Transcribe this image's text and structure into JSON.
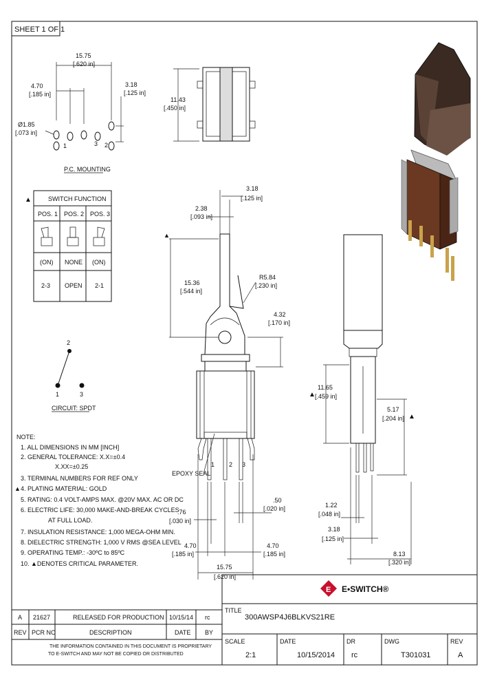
{
  "sheet_label": "SHEET 1 OF 1",
  "pc_mounting": {
    "title": "P.C. MOUNTING",
    "dims": {
      "width_mm": "15.75",
      "width_in": "[.620 in]",
      "pitch_mm": "4.70",
      "pitch_in": "[.185 in]",
      "row_mm": "3.18",
      "row_in": "[.125 in]",
      "hole_mm": "Ø1.85",
      "hole_in": "[.073 in]",
      "pin1": "1",
      "pin2": "2",
      "pin3": "3"
    }
  },
  "top_view": {
    "height_mm": "11.43",
    "height_in": "[.450 in]"
  },
  "switch_function": {
    "title": "SWITCH FUNCTION",
    "critical_mark": "▲",
    "headers": [
      "POS. 1",
      "POS. 2",
      "POS. 3"
    ],
    "states": [
      "(ON)",
      "NONE",
      "(ON)"
    ],
    "connections": [
      "2-3",
      "OPEN",
      "2-1"
    ]
  },
  "circuit": {
    "title": "CIRCUIT: SPDT",
    "n1": "1",
    "n2": "2",
    "n3": "3"
  },
  "front_view": {
    "d_318": "3.18",
    "d_318_in": "[.125 in]",
    "d_238": "2.38",
    "d_238_in": "[.093 in]",
    "d_r584": "R5.84",
    "d_r584_in": "[.230 in]",
    "d_1536": "15.36",
    "d_1536_in": "[.544 in]",
    "d_432": "4.32",
    "d_432_in": "[.170 in]",
    "epoxy": "EPOXY SEAL",
    "d_050": ".50",
    "d_050_in": "[.020 in]",
    "d_076": ".76",
    "d_076_in": "[.030 in]",
    "d_470a": "4.70",
    "d_470a_in": "[.185 in]",
    "d_470b": "4.70",
    "d_470b_in": "[.185 in]",
    "d_1575": "15.75",
    "d_1575_in": "[.620 in]",
    "t1": "1",
    "t2": "2",
    "t3": "3"
  },
  "side_view": {
    "d_1165": "11.65",
    "d_1165_in": "[.459 in]",
    "d_517": "5.17",
    "d_517_in": "[.204 in]",
    "d_122": "1.22",
    "d_122_in": "[.048 in]",
    "d_318": "3.18",
    "d_318_in": "[.125 in]",
    "d_813": "8.13",
    "d_813_in": "[.320 in]",
    "tri": "▲"
  },
  "notes": {
    "heading": "NOTE:",
    "items": [
      "1. ALL DIMENSIONS IN MM [INCH]",
      "2. GENERAL TOLERANCE: X.X=±0.4",
      "X.XX=±0.25",
      "3. TERMINAL NUMBERS FOR REF ONLY",
      "4. PLATING MATERIAL: GOLD",
      "5. RATING: 0.4 VOLT-AMPS MAX. @20V MAX. AC OR DC",
      "6. ELECTRIC LIFE: 30,000 MAKE-AND-BREAK CYCLES",
      "AT FULL LOAD.",
      "7. INSULATION RESISTANCE: 1,000 MEGA-OHM MIN.",
      "8. DIELECTRIC STRENGTH: 1,000 V RMS @SEA LEVEL",
      "9. OPERATING TEMP.: -30ºC to 85ºC",
      "10. ▲DENOTES CRITICAL PARAMETER."
    ],
    "marker": "▲"
  },
  "logo": {
    "letter": "E",
    "text": "E•SWITCH®"
  },
  "revision_table": {
    "row": {
      "rev": "A",
      "pcr": "21627",
      "desc": "RELEASED FOR PRODUCTION",
      "date": "10/15/14",
      "by": "rc"
    },
    "headers": {
      "rev": "REV",
      "pcr": "PCR NO",
      "desc": "DESCRIPTION",
      "date": "DATE",
      "by": "BY"
    },
    "disclaimer1": "THE INFORMATION CONTAINED IN THIS DOCUMENT IS PROPRIETARY",
    "disclaimer2": "TO E-SWITCH AND MAY NOT BE COPIED OR DISTRIBUTED"
  },
  "title_block": {
    "title_label": "TITLE",
    "title": "300AWSP4J6BLKVS21RE",
    "scale_label": "SCALE",
    "scale": "2:1",
    "date_label": "DATE",
    "date": "10/15/2014",
    "dr_label": "DR",
    "dr": "rc",
    "dwg_label": "DWG",
    "dwg": "T301031",
    "rev_label": "REV",
    "rev": "A"
  }
}
